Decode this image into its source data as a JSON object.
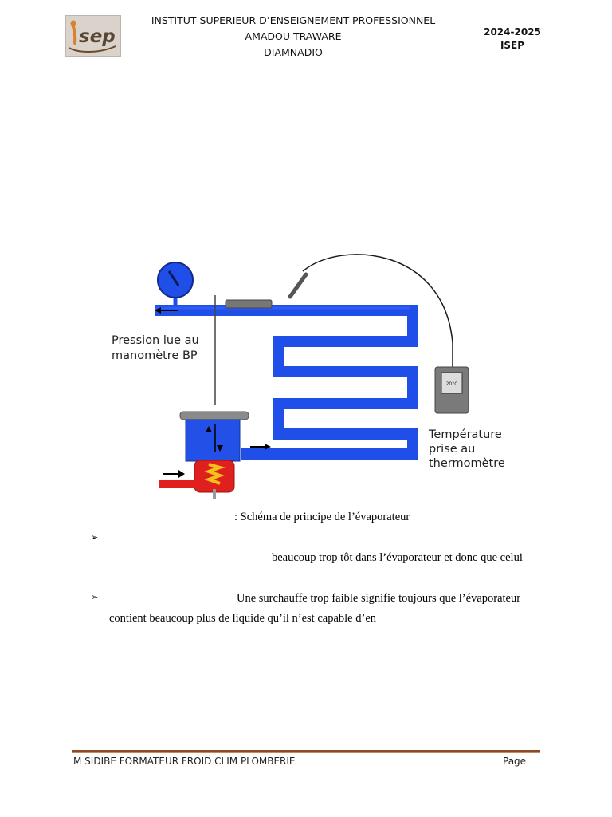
{
  "header": {
    "logo_text": "sep",
    "institution_lines": [
      "INSTITUT SUPERIEUR D’ENSEIGNEMENT PROFESSIONNEL",
      "AMADOU TRAWARE",
      "DIAMNADIO"
    ],
    "year": "2024-2025",
    "org": "ISEP"
  },
  "figure": {
    "pressure_label_lines": [
      "Pression lue au",
      "manomètre BP"
    ],
    "temperature_label_lines": [
      "Température",
      "prise au",
      "thermomètre"
    ],
    "thermometer_reading": "20°C",
    "colors": {
      "pipe": "#1f4fe8",
      "gauge": "#1f4fe8",
      "valve_body": "#2350e6",
      "valve_red": "#e0201f",
      "spring": "#f2c21a",
      "thermometer": "#7a7a7a"
    }
  },
  "caption": ": Schéma de principe de l’évaporateur",
  "paragraphs": [
    {
      "lines": [
        "",
        "beaucoup trop tôt dans l’évaporateur et donc que celui"
      ]
    },
    {
      "lines": [
        "Une surchauffe trop faible signifie toujours que l’évaporateur",
        "contient beaucoup plus de liquide qu’il n’est capable d’en"
      ]
    }
  ],
  "bullet_glyph": "➢",
  "footer": {
    "left": "M SIDIBE FORMATEUR FROID CLIM PLOMBERIE",
    "right": "Page"
  }
}
